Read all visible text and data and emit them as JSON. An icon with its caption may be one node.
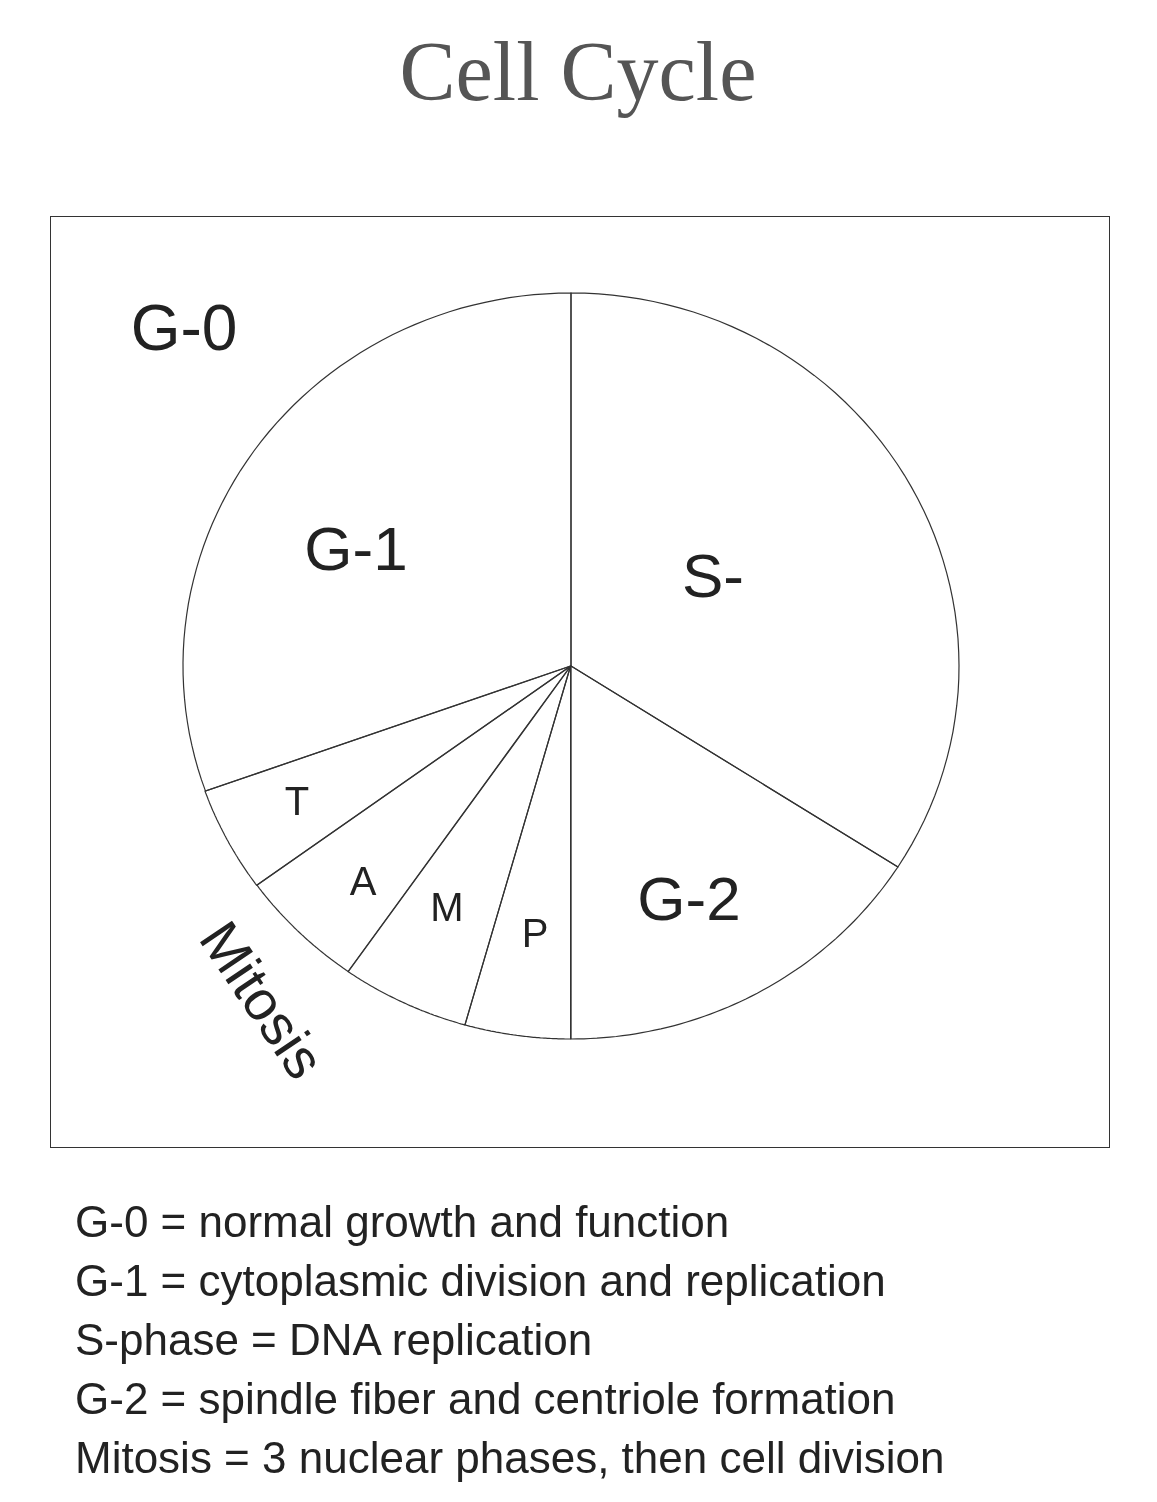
{
  "diagram": {
    "title": "Cell Cycle",
    "nodes": [
      {
        "text": [
          "G-0"
        ]
      },
      {
        "text": [
          "G-1"
        ],
        "in": 0
      },
      {
        "text": [
          "S-"
        ],
        "in": 0
      },
      {
        "text": [
          "G-2"
        ],
        "in": 0
      },
      {
        "text": [
          "P"
        ],
        "in": 0
      },
      {
        "text": [
          "M"
        ],
        "in": 0
      },
      {
        "text": [
          "A"
        ],
        "in": 0
      },
      {
        "text": [
          "T"
        ],
        "in": 0
      }
    ],
    "labels": [
      "Mitosis",
      "G-0 = normal growth and function",
      "G-1 = cytoplasmic division and replication",
      "S-phase = DNA replication",
      "G-2 = spindle fiber and centriole formation",
      "Mitosis = 3 nuclear phases, then cell division"
    ]
  }
}
